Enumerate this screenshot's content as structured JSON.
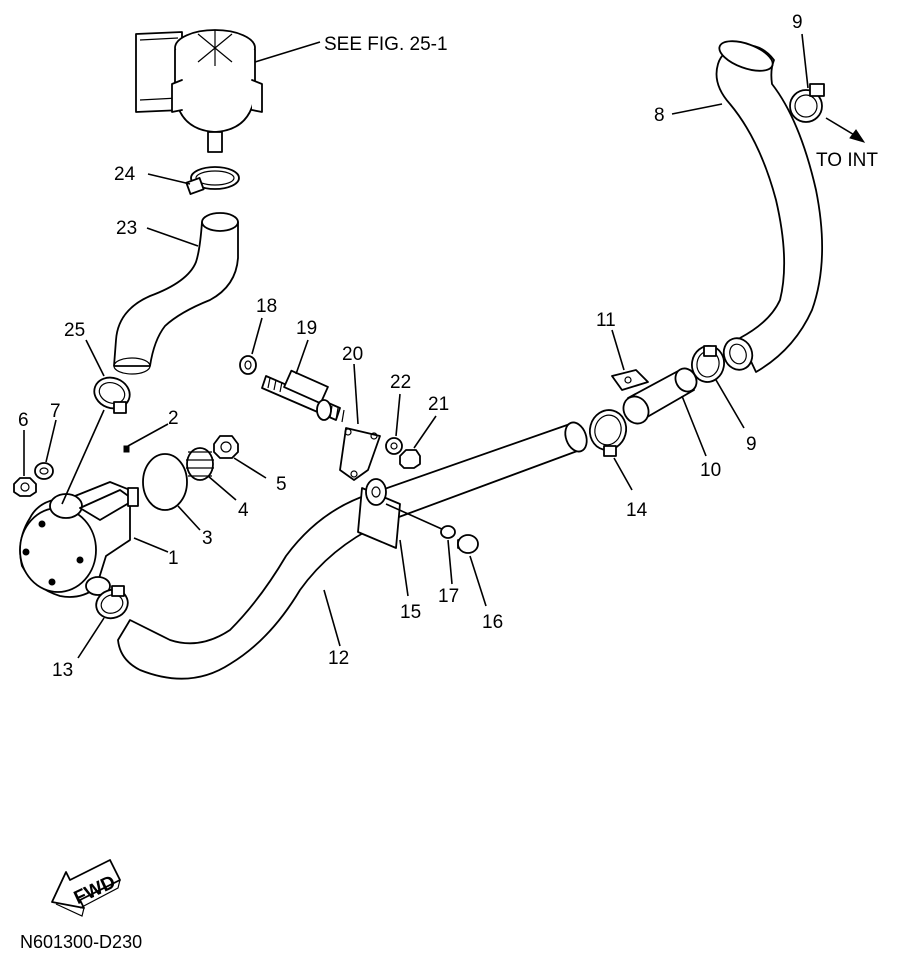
{
  "diagram": {
    "callouts": {
      "p1": "1",
      "p2": "2",
      "p3": "3",
      "p4": "4",
      "p5": "5",
      "p6": "6",
      "p7": "7",
      "p8": "8",
      "p9a": "9",
      "p9b": "9",
      "p10": "10",
      "p11": "11",
      "p12": "12",
      "p13": "13",
      "p14": "14",
      "p15": "15",
      "p16": "16",
      "p17": "17",
      "p18": "18",
      "p19": "19",
      "p20": "20",
      "p21": "21",
      "p22": "22",
      "p23": "23",
      "p24": "24",
      "p25": "25"
    },
    "notes": {
      "see_fig": "SEE FIG. 25-1",
      "to_int": "TO INT",
      "fwd": "FWD"
    },
    "drawing_code": "N601300-D230"
  }
}
